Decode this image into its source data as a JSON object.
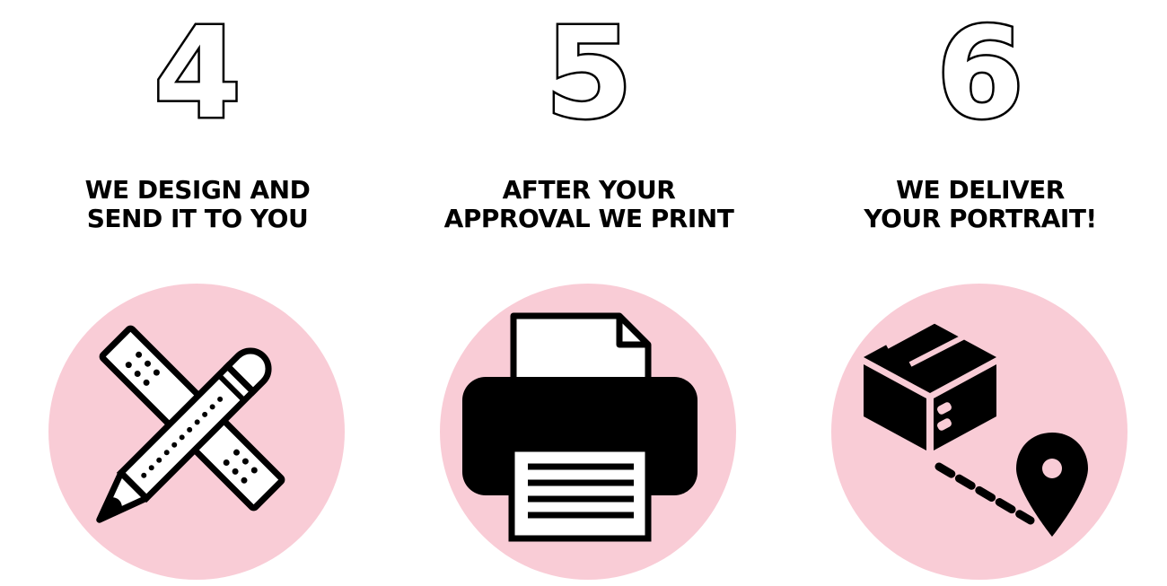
{
  "colors": {
    "circle_bg": "#f9ccd6",
    "ink": "#000000",
    "background": "#ffffff"
  },
  "steps": [
    {
      "number": "4",
      "title_line1": "WE DESIGN AND",
      "title_line2": "SEND IT TO YOU",
      "icon": "pencil-ruler-icon"
    },
    {
      "number": "5",
      "title_line1": "AFTER YOUR",
      "title_line2": "APPROVAL WE PRINT",
      "icon": "printer-icon"
    },
    {
      "number": "6",
      "title_line1": "WE DELIVER",
      "title_line2": "YOUR PORTRAIT!",
      "icon": "delivery-box-location-icon"
    }
  ]
}
